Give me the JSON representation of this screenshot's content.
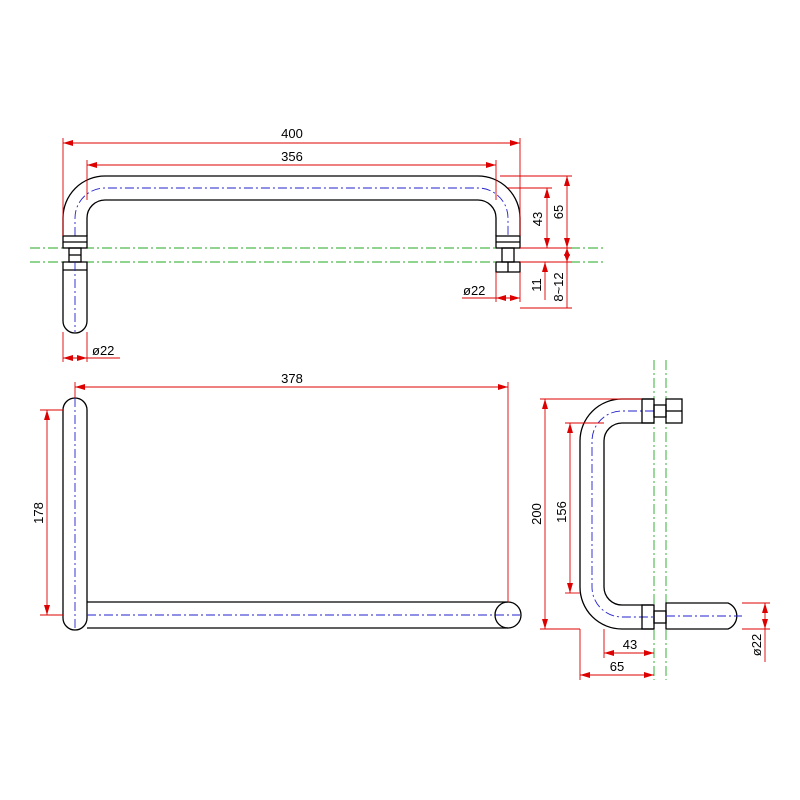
{
  "colors": {
    "outline": "#000000",
    "centerline": "#2222cc",
    "dimension": "#dd0000",
    "glass_line": "#22aa22",
    "text": "#000000"
  },
  "top_view": {
    "overall_width": "400",
    "center_distance": "356",
    "height_center": "43",
    "height_overall": "65",
    "fixing_diameter": "ø22",
    "fixing_height": "11",
    "glass_thickness": "8~12",
    "tube_diameter": "ø22"
  },
  "front_view": {
    "width": "378",
    "height": "178"
  },
  "side_view": {
    "overall_height": "200",
    "center_height": "156",
    "projection_center": "43",
    "projection_overall": "65",
    "knob_diameter": "ø22"
  }
}
